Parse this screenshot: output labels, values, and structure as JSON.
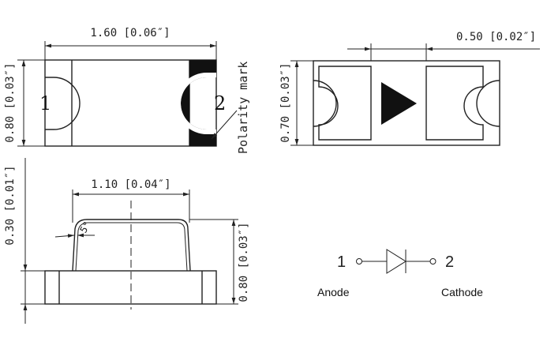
{
  "top_view": {
    "width_dim": "1.60 [0.06″]",
    "height_dim": "0.80 [0.03″]",
    "pin_left": "1",
    "pin_right": "2",
    "polarity_label": "Polarity mark"
  },
  "right_view": {
    "width_dim": "0.50 [0.02″]",
    "height_dim": "0.70 [0.03″]"
  },
  "side_view": {
    "width_dim": "1.10 [0.04″]",
    "left_height_dim": "0.30 [0.01″]",
    "right_height_dim": "0.80 [0.03″]",
    "angle_label": "5°"
  },
  "schematic": {
    "pin1": "1",
    "pin2": "2",
    "anode_label": "Anode",
    "cathode_label": "Cathode"
  },
  "colors": {
    "ink": "#222222",
    "background": "#ffffff"
  }
}
